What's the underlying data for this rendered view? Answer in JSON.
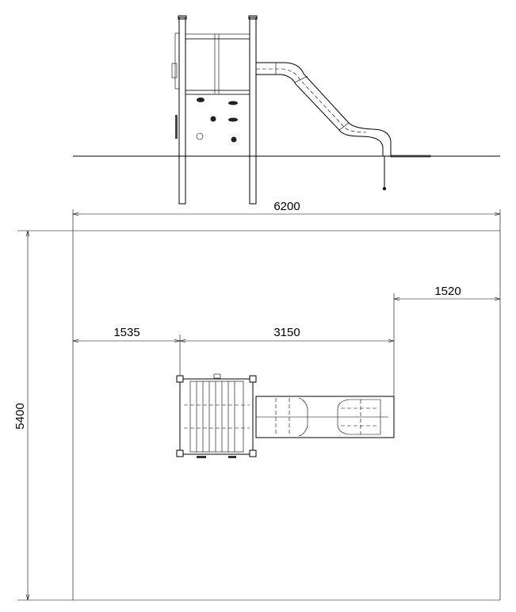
{
  "drawing": {
    "dimensions": {
      "overall_width": "6200",
      "overall_depth": "5400",
      "left_clearance": "1535",
      "equipment_length": "3150",
      "right_clearance": "1520"
    }
  }
}
